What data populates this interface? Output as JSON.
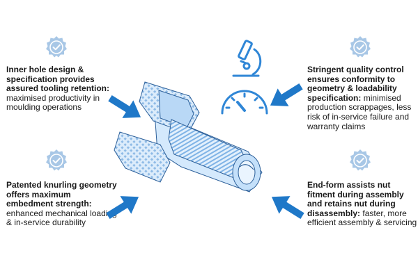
{
  "features": [
    {
      "id": "top-left",
      "heading": "Inner hole design & specification provides assured tooling retention:",
      "body": " maximised productivity in moulding operations"
    },
    {
      "id": "bottom-left",
      "heading": "Patented knurling geometry offers maximum embedment strength:",
      "body": " enhanced mechanical loading & in-service durability"
    },
    {
      "id": "top-right",
      "heading": "Stringent quality control ensures conformity to geometry & loadability specification:",
      "body": " minimised production scrappages, less risk of in-service failure and warranty claims"
    },
    {
      "id": "bottom-right",
      "heading": "End-form assists nut fitment during assembly and retains nut during disassembly:",
      "body": " faster, more efficient assembly & servicing"
    }
  ],
  "icons": {
    "badge": "verified-badge-icon",
    "microscope": "microscope-icon",
    "gauge": "gauge-icon",
    "arrow": "arrow-icon"
  },
  "colors": {
    "badge": "#a8c7e6",
    "arrow": "#1f78c8",
    "part_fill": "#cfe6fb",
    "part_dark": "#7fb3e6",
    "instrument": "#2f86d6",
    "text": "#1a1a1a"
  }
}
